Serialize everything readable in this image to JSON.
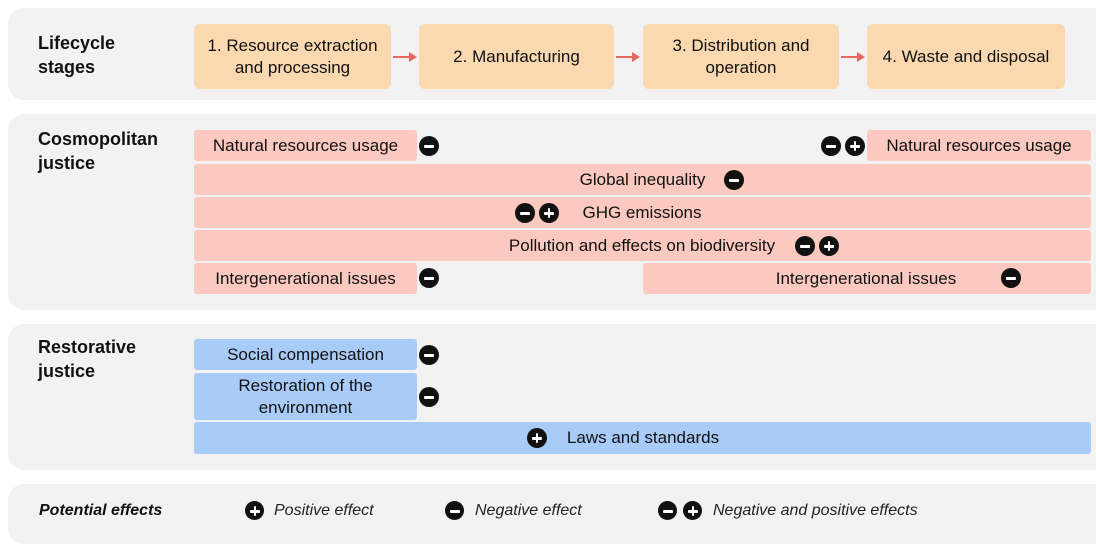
{
  "lifecycle": {
    "title": "Lifecycle stages",
    "stages": [
      "1. Resource extraction and processing",
      "2. Manufacturing",
      "3. Distribution and operation",
      "4. Waste and disposal"
    ]
  },
  "cosmopolitan": {
    "title": "Cosmopolitan justice",
    "natural_left": "Natural resources usage",
    "natural_right": "Natural resources usage",
    "global_inequality": "Global inequality",
    "ghg": "GHG emissions",
    "pollution": "Pollution and effects on biodiversity",
    "intergen_left": "Intergenerational issues",
    "intergen_right": "Intergenerational issues"
  },
  "restorative": {
    "title": "Restorative justice",
    "social": "Social compensation",
    "restoration": "Restoration of the environment",
    "laws": "Laws and standards"
  },
  "legend": {
    "title": "Potential effects",
    "positive": "Positive effect",
    "negative": "Negative effect",
    "both": "Negative and positive effects"
  },
  "colors": {
    "stage": "#fad9b0",
    "cosmopolitan": "#fbc9bf",
    "restorative": "#a8cbf7",
    "arrow": "#e4685f",
    "panel": "#f2f2f2"
  }
}
